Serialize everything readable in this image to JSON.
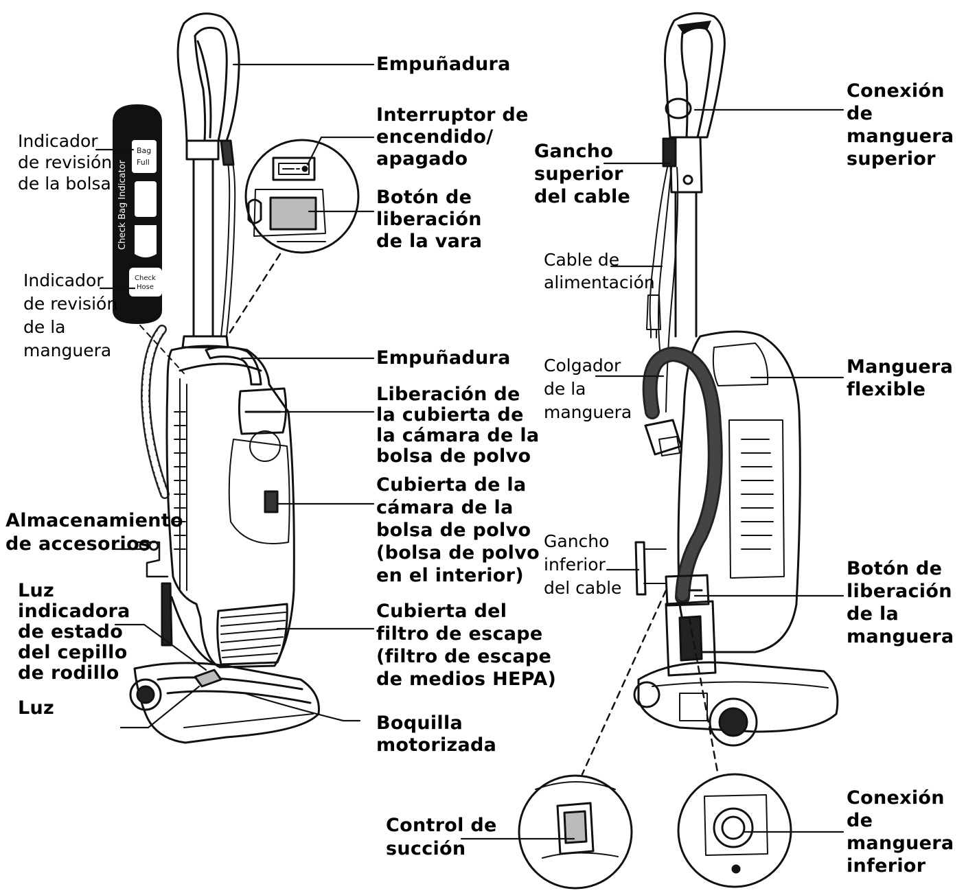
{
  "labels": {
    "handle_top": "Empuñadura",
    "power_switch": "Interruptor de\nencendido/\napagado",
    "wand_release": "Botón de\nliberación\nde la vara",
    "handle_carry": "Empuñadura",
    "dust_cover_release": "Liberación de\nla cubierta de\nla cámara de la\nbolsa de polvo",
    "dust_cover": "Cubierta de la\ncámara de la\nbolsa de polvo\n(bolsa de polvo\nen el interior)",
    "exhaust_filter": "Cubierta del\nfiltro de escape\n(filtro de escape\nde medios HEPA)",
    "nozzle": "Boquilla\nmotorizada",
    "bag_indicator": "Indicador\nde revisión\nde la bolsa",
    "hose_indicator": "Indicador\nde revisión\nde la\nmanguera",
    "accessory_storage": "Almacenamiento\nde accesorios",
    "brushroll_light": "Luz\nindicadora\nde estado\ndel cepillo\nde rodillo",
    "light": "Luz",
    "upper_hose_connection": "Conexión de\nmanguera\nsuperior",
    "upper_cord_hook": "Gancho\nsuperior\ndel cable",
    "power_cord": "Cable de\nalimentación",
    "hose_hanger": "Colgador\nde la\nmanguera",
    "flexible_hose": "Manguera\nflexible",
    "lower_cord_hook": "Gancho\ninferior\ndel cable",
    "hose_release": "Botón de\nliberación\nde la\nmanguera",
    "suction_control": "Control de\nsucción",
    "lower_hose_connection": "Conexión\nde\nmanguera\ninferior"
  },
  "indicator_panel": {
    "vertical_text": "Check Bag Indicator",
    "bag_full_line1": "Bag",
    "bag_full_line2": "Full",
    "check_hose_line1": "Check",
    "check_hose_line2": "Hose"
  }
}
